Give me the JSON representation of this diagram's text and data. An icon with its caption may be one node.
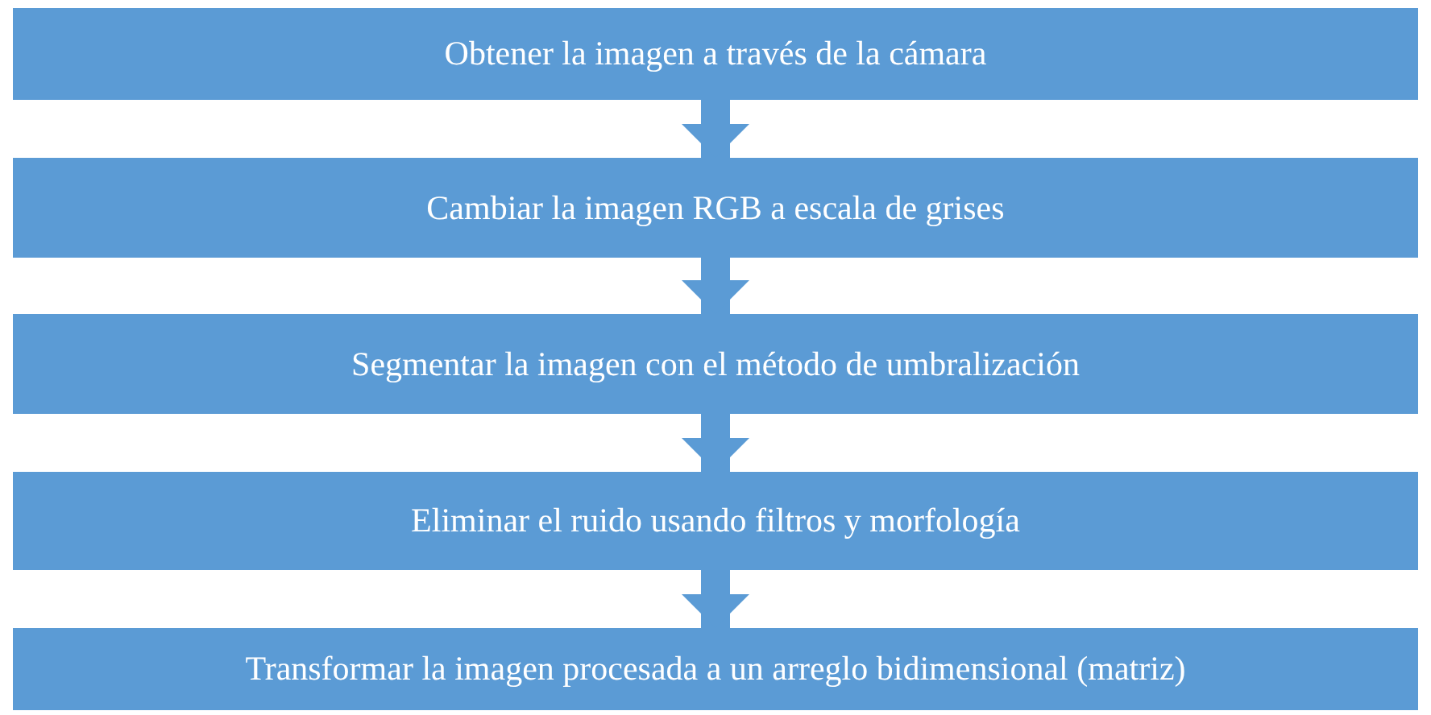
{
  "diagram": {
    "nodes": [
      {
        "text": [
          "Obtener la imagen a través de la cámara"
        ]
      },
      {
        "text": [
          "Cambiar la imagen RGB a escala de grises"
        ]
      },
      {
        "text": [
          "Segmentar la imagen con el método de umbralización"
        ]
      },
      {
        "text": [
          "Eliminar el ruido usando filtros y morfología"
        ]
      },
      {
        "text": [
          "Transformar la imagen procesada a un arreglo bidimensional (matriz)"
        ]
      }
    ],
    "edges": [
      {
        "from": 0,
        "to": 1,
        "arrow": "to"
      },
      {
        "from": 1,
        "to": 2,
        "arrow": "to"
      },
      {
        "from": 2,
        "to": 3,
        "arrow": "to"
      },
      {
        "from": 3,
        "to": 4,
        "arrow": "to"
      }
    ]
  }
}
